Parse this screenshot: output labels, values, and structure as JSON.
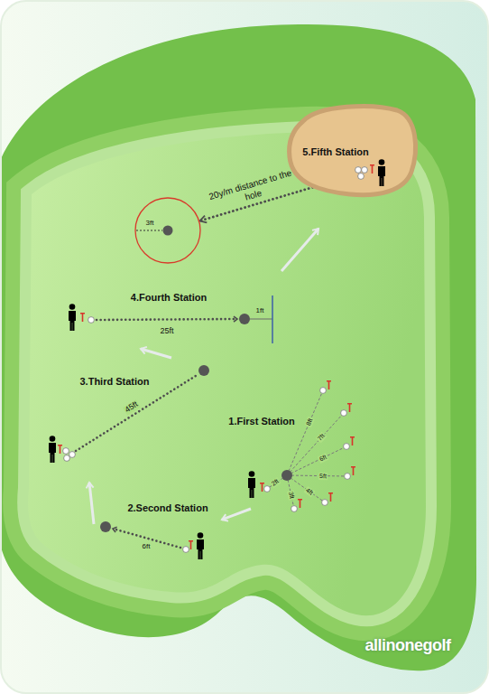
{
  "diagram": {
    "nodes": [
      {
        "text": [
          "5.Fifth Station"
        ]
      },
      {
        "text": [
          "3ft"
        ]
      }
    ],
    "edges": [
      {
        "from": 0,
        "to": 1,
        "arrow": "to",
        "label": "20y/m distance to the hole"
      }
    ],
    "labels": [
      "4.Fourth Station",
      "1ft",
      "25ft",
      "3.Third Station",
      "45ft",
      "1.First Station",
      "2ft",
      "3ft",
      "4ft",
      "5ft",
      "6ft",
      "7ft",
      "8ft",
      "2.Second Station",
      "6ft",
      "allinonegolf"
    ]
  }
}
